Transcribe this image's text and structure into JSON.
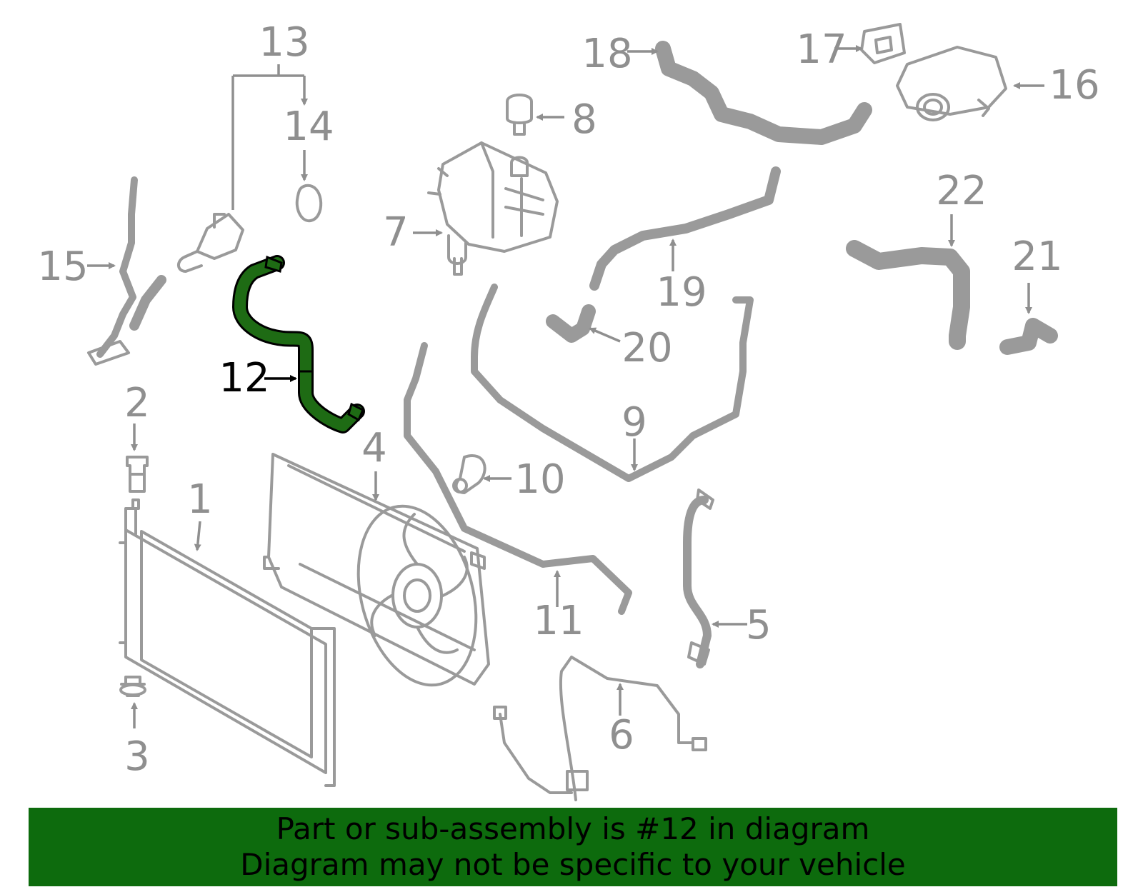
{
  "diagram": {
    "highlighted_part": "12",
    "colors": {
      "part_outline": "#9a9a9a",
      "callout_text": "#8f8f8f",
      "highlight_fill": "#1e6b14",
      "highlight_text": "#000000",
      "banner_background": "#0d6b0d"
    },
    "callouts": [
      {
        "id": "1",
        "label": "1"
      },
      {
        "id": "2",
        "label": "2"
      },
      {
        "id": "3",
        "label": "3"
      },
      {
        "id": "4",
        "label": "4"
      },
      {
        "id": "5",
        "label": "5"
      },
      {
        "id": "6",
        "label": "6"
      },
      {
        "id": "7",
        "label": "7"
      },
      {
        "id": "8",
        "label": "8"
      },
      {
        "id": "9",
        "label": "9"
      },
      {
        "id": "10",
        "label": "10"
      },
      {
        "id": "11",
        "label": "11"
      },
      {
        "id": "12",
        "label": "12"
      },
      {
        "id": "13",
        "label": "13"
      },
      {
        "id": "14",
        "label": "14"
      },
      {
        "id": "15",
        "label": "15"
      },
      {
        "id": "16",
        "label": "16"
      },
      {
        "id": "17",
        "label": "17"
      },
      {
        "id": "18",
        "label": "18"
      },
      {
        "id": "19",
        "label": "19"
      },
      {
        "id": "20",
        "label": "20"
      },
      {
        "id": "21",
        "label": "21"
      },
      {
        "id": "22",
        "label": "22"
      }
    ]
  },
  "banner": {
    "line1": "Part or sub-assembly is #12 in diagram",
    "line2": "Diagram may not be specific to your vehicle"
  }
}
